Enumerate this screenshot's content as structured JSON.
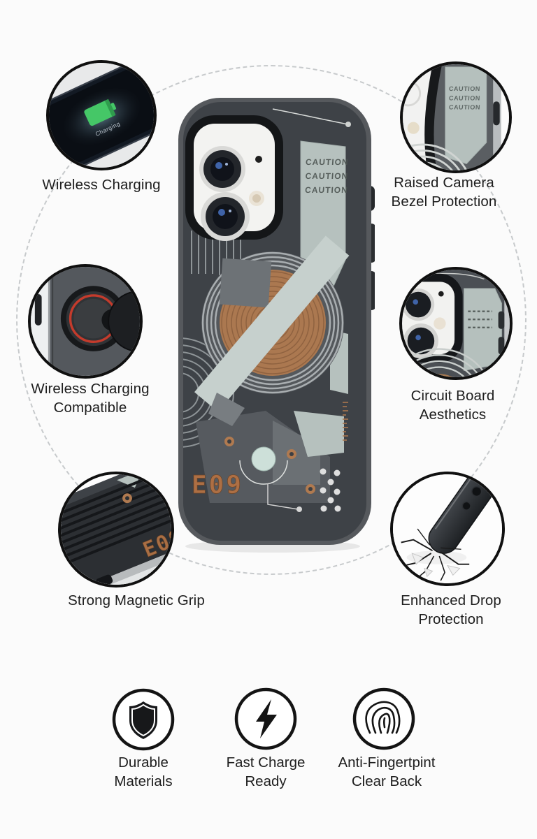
{
  "callouts": {
    "wireless_charging": {
      "label": "Wireless Charging"
    },
    "raised_camera": {
      "line1": "Raised Camera",
      "line2": "Bezel Protection"
    },
    "wireless_compatible": {
      "line1": "Wireless Charging",
      "line2": "Compatible"
    },
    "circuit_board": {
      "line1": "Circuit Board",
      "line2": "Aesthetics"
    },
    "magnetic_grip": {
      "label": "Strong Magnetic Grip"
    },
    "drop_protection": {
      "line1": "Enhanced Drop",
      "line2": "Protection"
    }
  },
  "footer": {
    "durable": {
      "icon": "shield-icon",
      "line1": "Durable",
      "line2": "Materials"
    },
    "fast_charge": {
      "icon": "lightning-icon",
      "line1": "Fast Charge",
      "line2": "Ready"
    },
    "anti_fingerprint": {
      "icon": "fingerprint-icon",
      "line1": "Anti-Fingertpint",
      "line2": "Clear Back"
    }
  },
  "case": {
    "caution": [
      "CAUTION",
      "CAUTION",
      "CAUTION"
    ],
    "model": "E09",
    "screen_label": "Charging"
  },
  "colors": {
    "case_dark": "#3e4247",
    "sage": "#b6c1be",
    "copper": "#ad7950",
    "magsafe_red": "#c43b2c",
    "battery_green": "#45c767",
    "dash_gray": "#c7cacc"
  }
}
